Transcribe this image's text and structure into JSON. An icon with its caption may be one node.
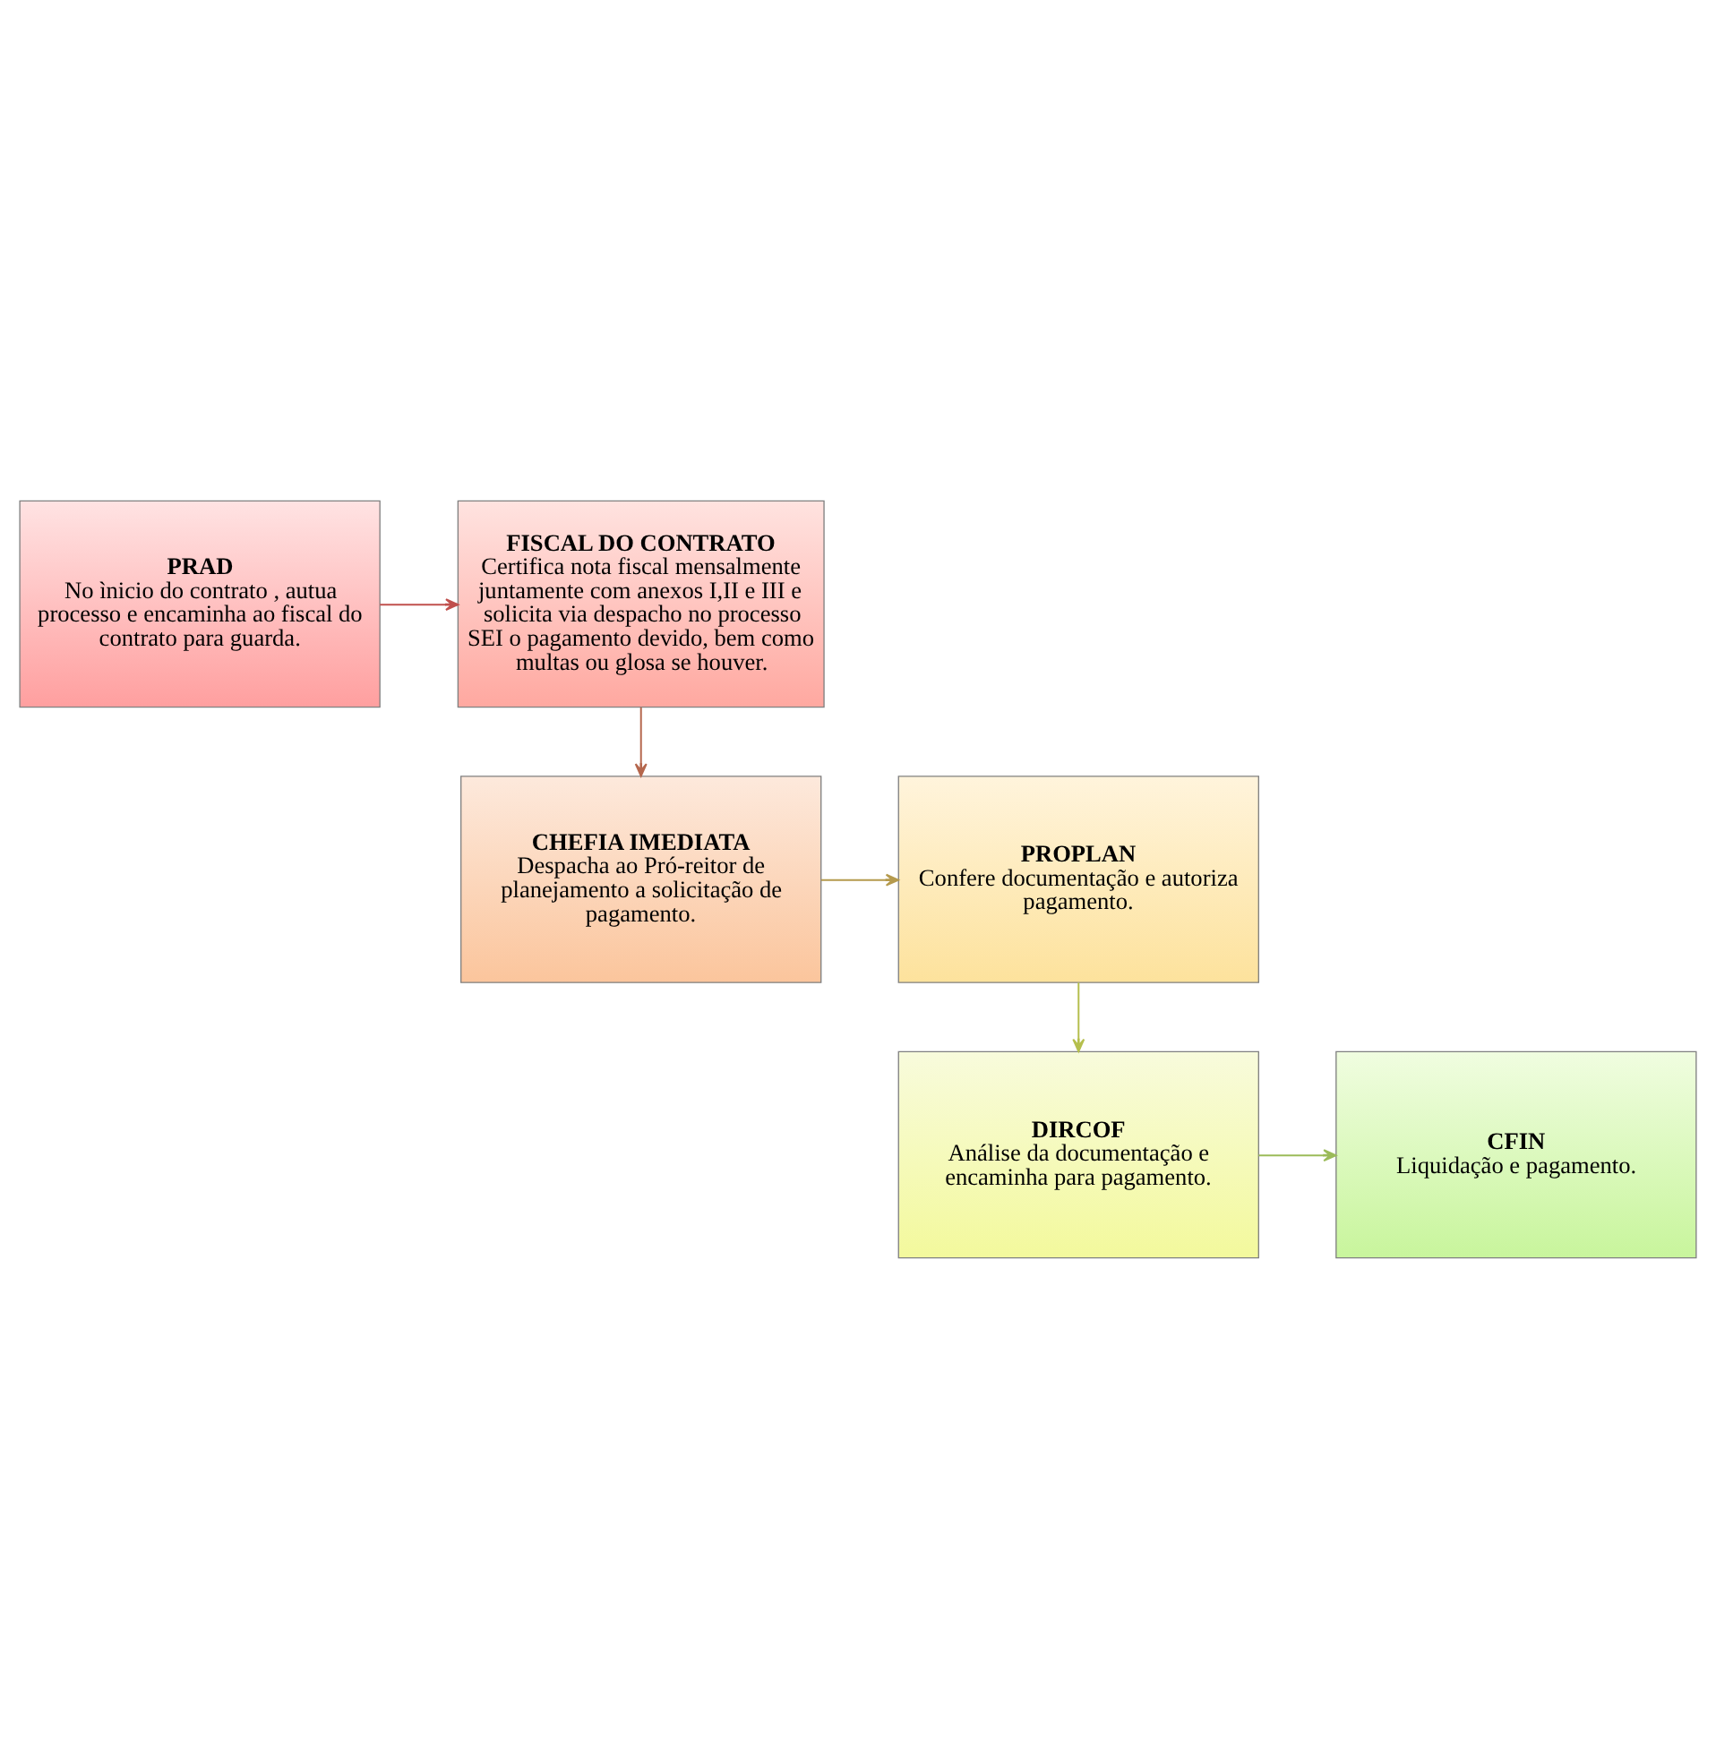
{
  "diagram": {
    "nodes": [
      {
        "text": [
          "PRAD",
          "No ìnicio do contrato , autua processo e encaminha ao fiscal do contrato para guarda."
        ]
      },
      {
        "text": [
          "FISCAL DO CONTRATO",
          "Certifica nota fiscal mensalmente juntamente com anexos I,II e III e solicita via despacho no processo SEI o pagamento devido, bem como multas ou glosa se houver."
        ]
      },
      {
        "text": [
          "CHEFIA IMEDIATA",
          "Despacha ao Pró-reitor de planejamento a solicitação de pagamento."
        ]
      },
      {
        "text": [
          "PROPLAN",
          "Confere documentação e autoriza pagamento."
        ]
      },
      {
        "text": [
          "DIRCOF",
          "Análise da documentação e encaminha para pagamento."
        ]
      },
      {
        "text": [
          "CFIN",
          "Liquidação e pagamento."
        ]
      }
    ],
    "edges": [
      {
        "from": 0,
        "to": 1,
        "arrow": "to",
        "color": "#c0504d"
      },
      {
        "from": 1,
        "to": 2,
        "arrow": "to",
        "color": "#b5674d"
      },
      {
        "from": 2,
        "to": 3,
        "arrow": "to",
        "color": "#b59a4d"
      },
      {
        "from": 3,
        "to": 4,
        "arrow": "to",
        "color": "#b5bf4d"
      },
      {
        "from": 4,
        "to": 5,
        "arrow": "to",
        "color": "#9bbb59"
      }
    ]
  }
}
